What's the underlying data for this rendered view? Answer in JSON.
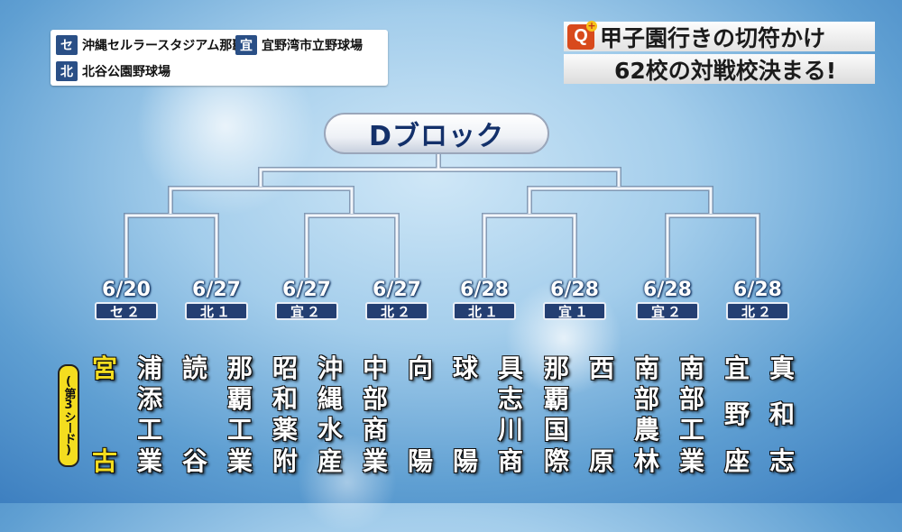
{
  "legend": {
    "items": [
      {
        "badge": "セ",
        "name": "沖縄セルラースタジアム那覇"
      },
      {
        "badge": "宜",
        "name": "宜野湾市立野球場"
      },
      {
        "badge": "北",
        "name": "北谷公園野球場"
      }
    ]
  },
  "headline": {
    "line1": "甲子園行きの切符かけ",
    "line2": "62校の対戦校決まる!",
    "logo_letter": "Q",
    "logo_mark": "+"
  },
  "block_title": "Dブロック",
  "matches": [
    {
      "date": "6/20",
      "venue": "セ２"
    },
    {
      "date": "6/27",
      "venue": "北１"
    },
    {
      "date": "6/27",
      "venue": "宜２"
    },
    {
      "date": "6/27",
      "venue": "北２"
    },
    {
      "date": "6/28",
      "venue": "北１"
    },
    {
      "date": "6/28",
      "venue": "宜１"
    },
    {
      "date": "6/28",
      "venue": "宜２"
    },
    {
      "date": "6/28",
      "venue": "北２"
    }
  ],
  "seed_note": "(第3シード)",
  "teams": [
    {
      "chars": [
        "宮",
        "古"
      ],
      "seed": true
    },
    {
      "chars": [
        "浦",
        "添",
        "工",
        "業"
      ]
    },
    {
      "chars": [
        "読",
        "谷"
      ]
    },
    {
      "chars": [
        "那",
        "覇",
        "工",
        "業"
      ]
    },
    {
      "chars": [
        "昭",
        "和",
        "薬",
        "附"
      ]
    },
    {
      "chars": [
        "沖",
        "縄",
        "水",
        "産"
      ]
    },
    {
      "chars": [
        "中",
        "部",
        "商",
        "業"
      ]
    },
    {
      "chars": [
        "向",
        "陽"
      ]
    },
    {
      "chars": [
        "球",
        "陽"
      ]
    },
    {
      "chars": [
        "具",
        "志",
        "川",
        "商"
      ]
    },
    {
      "chars": [
        "那",
        "覇",
        "国",
        "際"
      ]
    },
    {
      "chars": [
        "西",
        "原"
      ]
    },
    {
      "chars": [
        "南",
        "部",
        "農",
        "林"
      ]
    },
    {
      "chars": [
        "南",
        "部",
        "工",
        "業"
      ]
    },
    {
      "chars": [
        "宜",
        "野",
        "座"
      ]
    },
    {
      "chars": [
        "真",
        "和",
        "志"
      ]
    }
  ],
  "colors": {
    "venue_badge": "#243f72",
    "seed_text": "#f4dd1f",
    "logo": "#d84a1c",
    "bracket_line": "#f3f6fb"
  }
}
